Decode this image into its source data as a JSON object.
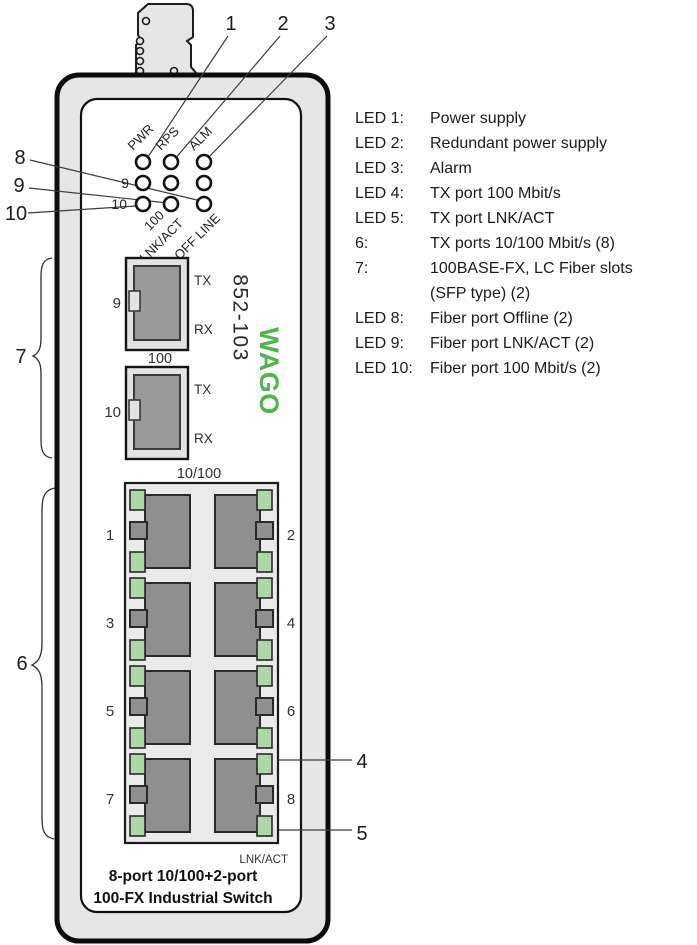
{
  "device": {
    "model": "852-103",
    "brand": "WAGO",
    "caption": [
      "8-port 10/100+2-port",
      "100-FX Industrial Switch"
    ],
    "led_panel": {
      "top_labels": [
        "PWR",
        "RPS",
        "ALM"
      ],
      "row_labels": [
        "9",
        "10"
      ],
      "bottom_labels": [
        "100",
        "LNK/ACT",
        "OFF LINE"
      ]
    },
    "fiber": {
      "slots": [
        {
          "port": "9",
          "tx": "TX",
          "rx": "RX"
        },
        {
          "port": "10",
          "tx": "TX",
          "rx": "RX"
        }
      ],
      "speed_label": "100"
    },
    "tx_ports": {
      "block_label": "10/100",
      "numbers": [
        "1",
        "2",
        "3",
        "4",
        "5",
        "6",
        "7",
        "8"
      ],
      "bottom_label": "LNK/ACT"
    }
  },
  "callouts": {
    "top": [
      "1",
      "2",
      "3"
    ],
    "left_leds": [
      "8",
      "9",
      "10"
    ],
    "fiber_brace": "7",
    "tx_brace": "6",
    "right_leds": [
      "4",
      "5"
    ]
  },
  "legend": {
    "rows": [
      {
        "label": "LED 1:",
        "desc": "Power supply"
      },
      {
        "label": "LED 2:",
        "desc": "Redundant power supply"
      },
      {
        "label": "LED 3:",
        "desc": "Alarm"
      },
      {
        "label": "LED 4:",
        "desc": "TX port 100 Mbit/s"
      },
      {
        "label": "LED 5:",
        "desc": "TX port LNK/ACT"
      },
      {
        "label": "6:",
        "desc": "TX ports 10/100 Mbit/s (8)"
      },
      {
        "label": "7:",
        "desc": "100BASE-FX, LC Fiber slots"
      },
      {
        "label": "",
        "desc": "(SFP type) (2)"
      },
      {
        "label": "LED 8:",
        "desc": "Fiber port Offline (2)"
      },
      {
        "label": "LED 9:",
        "desc": "Fiber port LNK/ACT (2)"
      },
      {
        "label": "LED 10:",
        "desc": "Fiber port 100 Mbit/s (2)"
      }
    ]
  },
  "colors": {
    "brand_green": "#4cb848",
    "led_green": "#abd8a5",
    "body_gray": "#e6e6e6",
    "jack_gray": "#8f8f8f",
    "outline": "#111111"
  }
}
